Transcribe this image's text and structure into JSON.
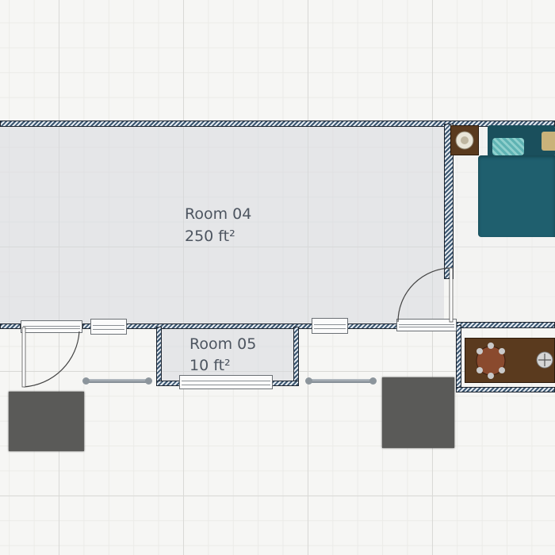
{
  "rooms": [
    {
      "name": "Room 04",
      "area": "250 ft²"
    },
    {
      "name": "Room 05",
      "area": "10 ft²"
    }
  ],
  "colors": {
    "wall": "#3b5670",
    "room_fill": "#dcdee2",
    "sofa": "#1f5f6e",
    "cushion": "#5fb3b3",
    "cabinet": "#5a3a1e",
    "dark_block": "#5a5a58"
  },
  "icons": [
    "door-icon",
    "window-icon",
    "sofa-icon",
    "lamp-icon",
    "cabinet-icon",
    "table-icon",
    "curtain-rail-icon"
  ]
}
